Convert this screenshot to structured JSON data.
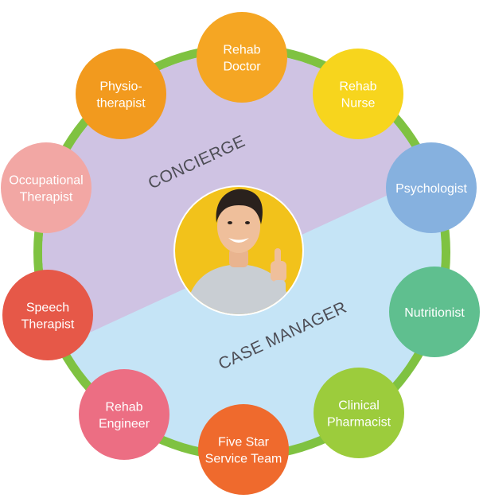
{
  "regions": {
    "top_label": "CONCIERGE",
    "bottom_label": "CASE MANAGER"
  },
  "colors": {
    "ring": "#7fc241",
    "top_region": "#cfc3e3",
    "bottom_region": "#c5e4f6"
  },
  "center": {
    "image": "smiling-man-thumbs-up-photo"
  },
  "nodes": [
    {
      "id": "rehab-doctor",
      "lines": [
        "Rehab",
        "Doctor"
      ],
      "color": "#f5a623"
    },
    {
      "id": "rehab-nurse",
      "lines": [
        "Rehab",
        "Nurse"
      ],
      "color": "#f7d51d"
    },
    {
      "id": "psychologist",
      "lines": [
        "Psychologist"
      ],
      "color": "#86b1df"
    },
    {
      "id": "nutritionist",
      "lines": [
        "Nutritionist"
      ],
      "color": "#5fbf8f"
    },
    {
      "id": "clinical-pharmacist",
      "lines": [
        "Clinical",
        "Pharmacist"
      ],
      "color": "#9ccc3c"
    },
    {
      "id": "five-star-service-team",
      "lines": [
        "Five Star",
        "Service Team"
      ],
      "color": "#ef6a2d"
    },
    {
      "id": "rehab-engineer",
      "lines": [
        "Rehab",
        "Engineer"
      ],
      "color": "#ec6e83"
    },
    {
      "id": "speech-therapist",
      "lines": [
        "Speech",
        "Therapist"
      ],
      "color": "#e65848"
    },
    {
      "id": "occupational-therapist",
      "lines": [
        "Occupational",
        "Therapist"
      ],
      "color": "#f2a7a4"
    },
    {
      "id": "physiotherapist",
      "lines": [
        "Physio-",
        "therapist"
      ],
      "color": "#f29a1e"
    }
  ]
}
